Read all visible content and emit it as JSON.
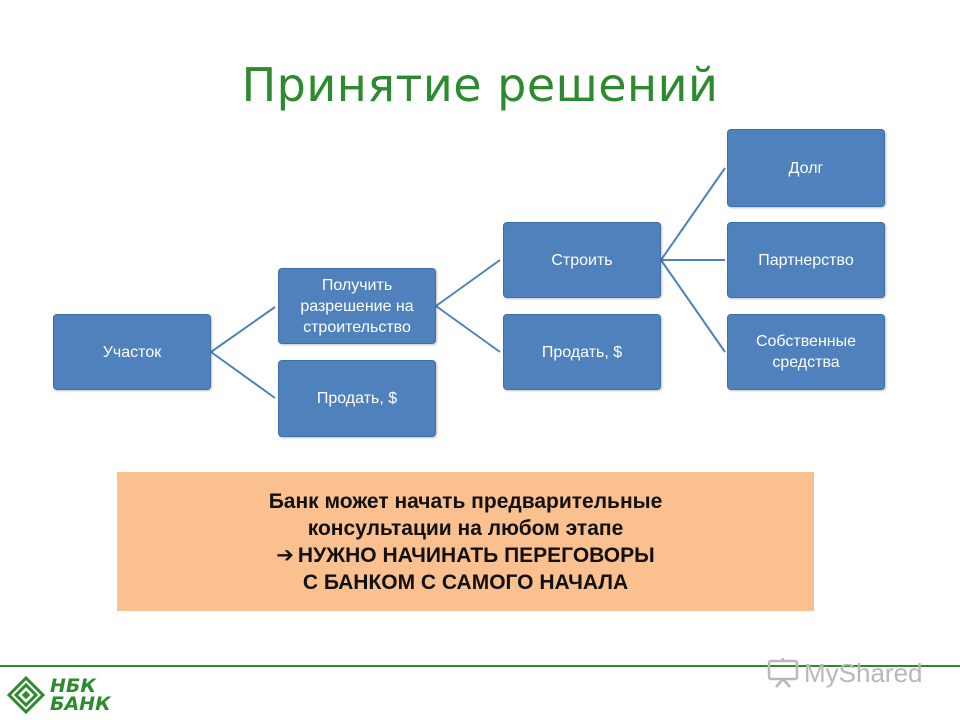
{
  "title": "Принятие решений",
  "nodes": {
    "uchastok": "Участок",
    "poluchit": "Получить\nразрешение  на\nстроительство",
    "prodat1": "Продать, $",
    "stroit": "Строить",
    "prodat2": "Продать, $",
    "dolg": "Долг",
    "partnerstvo": "Партнерство",
    "sobstvennye": "Собственные\nсредства"
  },
  "note": {
    "line1": "Банк может начать предварительные",
    "line2": "консультации на любом этапе",
    "arrow": "➔",
    "line3": "НУЖНО НАЧИНАТЬ ПЕРЕГОВОРЫ",
    "line4": "С БАНКОМ С САМОГО НАЧАЛА"
  },
  "logo": {
    "line1": "НБК",
    "line2": "БАНК"
  },
  "watermark": "MyShared",
  "colors": {
    "title": "#2e8a2e",
    "node_fill": "#4f81bd",
    "node_text": "#ffffff",
    "connector": "#4f81bd",
    "note_fill": "#fac08f",
    "brand_green": "#2e8a2e"
  }
}
